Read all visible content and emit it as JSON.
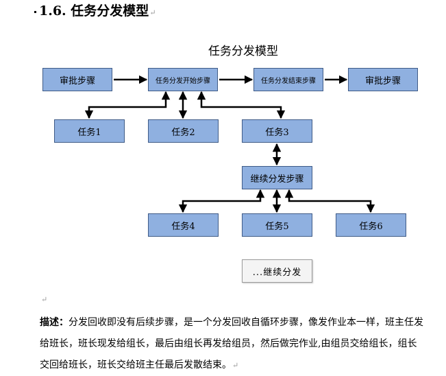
{
  "section": {
    "number": "1.6.",
    "title": "任务分发模型",
    "mark": "↵"
  },
  "diagram": {
    "title": "任务分发模型",
    "boxes": {
      "approve_1": "审批步骤",
      "dispatch_start": "任务分发开始步骤",
      "dispatch_end": "任务分发结束步骤",
      "approve_2": "审批步骤",
      "task1": "任务1",
      "task2": "任务2",
      "task3": "任务3",
      "continue": "继续分发步骤",
      "task4": "任务4",
      "task5": "任务5",
      "task6": "任务6",
      "more": "...继续分发"
    }
  },
  "return_mark": "↵",
  "description": {
    "label": "描述：",
    "text": "分发回收即没有后续步骤，是一个分发回收自循环步骤，像发作业本一样，班主任发给班长，班长现发给组长，最后由组长再发给组员，然后做完作业,由组员交给组长，组长交回给班长，班长交给班主任最后发散结束。",
    "mark": "↵"
  },
  "colors": {
    "box_fill": "#8fb0e0",
    "box_border": "#3e5a86",
    "plain_box_fill": "#f4f4f4"
  }
}
